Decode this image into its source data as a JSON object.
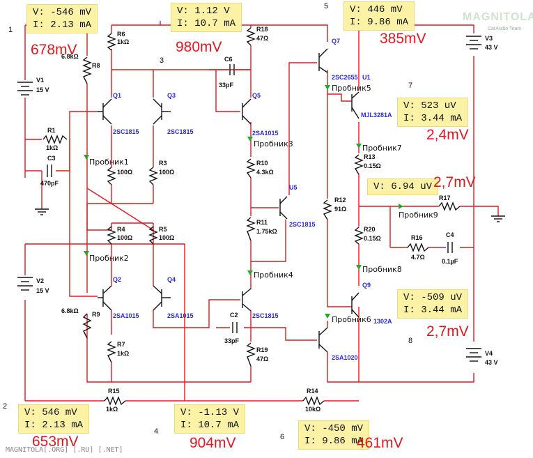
{
  "nodes": {
    "n1": "1",
    "n2": "2",
    "n3": "3",
    "n4": "4",
    "n5": "5",
    "n6": "6",
    "n7": "7",
    "n8": "8"
  },
  "readouts": [
    {
      "v": "V: -546 mV",
      "i": "I: 2.13 mA"
    },
    {
      "v": "V: 1.12 V",
      "i": "I: 10.7 mA"
    },
    {
      "v": "V: 446 mV",
      "i": "I: 9.86 mA"
    },
    {
      "v": "V: 523 uV",
      "i": "I: 3.44 mA"
    },
    {
      "v": "V: 6.94 uV",
      "i": ""
    },
    {
      "v": "V: -509 uV",
      "i": "I: 3.44 mA"
    },
    {
      "v": "V: 546 mV",
      "i": "I: 2.13 mA"
    },
    {
      "v": "V: -1.13 V",
      "i": "I: 10.7 mA"
    },
    {
      "v": "V: -450 mV",
      "i": "I: 9.86 mA"
    }
  ],
  "measured": [
    "678mV",
    "980mV",
    "385mV",
    "2,4mV",
    "2,7mV",
    "2,7mV",
    "653mV",
    "904mV",
    "461mV"
  ],
  "probes": [
    "Пробник1",
    "Пробник2",
    "Пробник3",
    "Пробник4",
    "Пробник5",
    "Пробник6",
    "Пробник7",
    "Пробник8",
    "Пробник9"
  ],
  "parts": {
    "q1": "Q1",
    "q1m": "2SC1815",
    "q2": "Q2",
    "q2m": "2SA1015",
    "q3": "Q3",
    "q3m": "2SC1815",
    "q4": "Q4",
    "q4m": "2SA1015",
    "q5": "Q5",
    "q5m": "2SA1015",
    "u5": "U5",
    "u5m": "2SC1815",
    "u6m": "2SC1815",
    "q7": "Q7",
    "q7m": "2SC2655",
    "u1": "U1",
    "mjl": "MJL3281A",
    "q9": "Q9",
    "q9m": "1302A",
    "q10m": "2SA1020",
    "r1": "R1",
    "r1v": "1kΩ",
    "r3": "R3",
    "r3v": "100Ω",
    "r4": "R4",
    "r4v": "100Ω",
    "r5": "R5",
    "r5v": "100Ω",
    "r6": "R6",
    "r6v": "1kΩ",
    "r7": "R7",
    "r7v": "1kΩ",
    "r8": "R8",
    "r8v": "6.8kΩ",
    "r9": "R9",
    "r9v": "6.8kΩ",
    "r10": "R10",
    "r10v": "4.3kΩ",
    "r11": "R11",
    "r11v": "1.75kΩ",
    "r12": "R12",
    "r12v": "91Ω",
    "r13": "R13",
    "r13v": "0.15Ω",
    "r14": "R14",
    "r14v": "10kΩ",
    "r15": "R15",
    "r15v": "1kΩ",
    "r16": "R16",
    "r16v": "4.7Ω",
    "r17": "R17",
    "r18": "R18",
    "r18v": "47Ω",
    "r19": "R19",
    "r19v": "47Ω",
    "r20": "R20",
    "r20v": "0.15Ω",
    "rp1v": "100Ω",
    "c2": "C2",
    "c2v": "33pF",
    "c3": "C3",
    "c3v": "470pF",
    "c4": "C4",
    "c4v": "0.1µF",
    "c6": "C6",
    "c6v": "33pF",
    "v1": "V1",
    "v1v": "15 V",
    "v2": "V2",
    "v2v": "15 V",
    "v3": "V3",
    "v3v": "43 V",
    "v4": "V4",
    "v4v": "43 V"
  },
  "logo": "MAGNITOLA",
  "logo_sub": "CarAudio Team",
  "footer": "MAGNITOLA[.ORG] [.RU] [.NET]"
}
